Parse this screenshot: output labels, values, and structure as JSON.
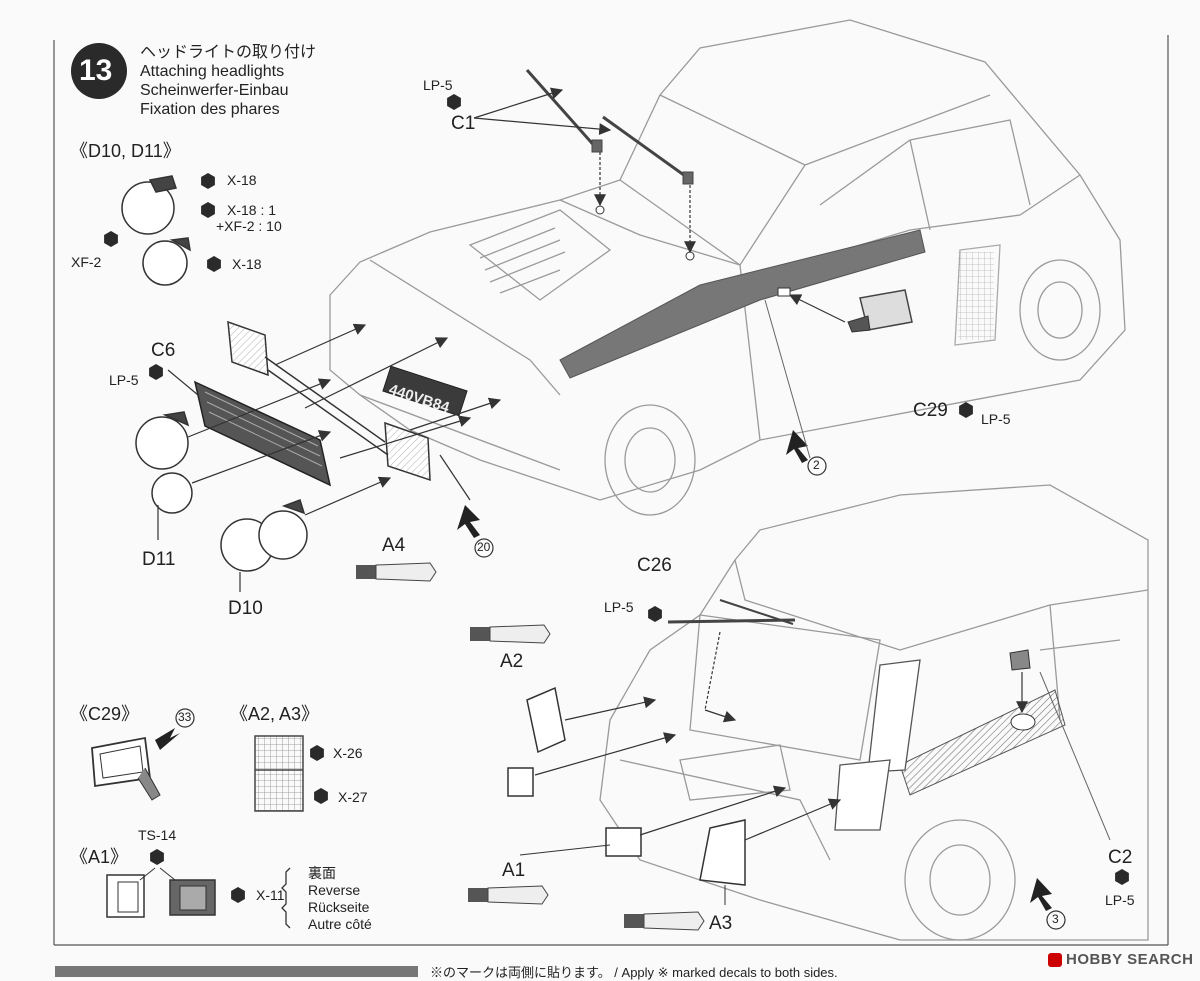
{
  "step": {
    "number": "13",
    "title_ja": "ヘッドライトの取り付け",
    "title_en": "Attaching headlights",
    "title_de": "Scheinwerfer-Einbau",
    "title_fr": "Fixation des phares"
  },
  "part_labels": {
    "c1": "C1",
    "c6": "C6",
    "c26": "C26",
    "c29": "C29",
    "c2": "C2",
    "a1": "A1",
    "a2": "A2",
    "a3": "A3",
    "a4": "A4",
    "d10": "D10",
    "d11": "D11"
  },
  "paint_codes": {
    "lp5_c1": "LP-5",
    "lp5_c6": "LP-5",
    "lp5_c26": "LP-5",
    "lp5_c29": "LP-5",
    "lp5_c2": "LP-5",
    "x18_a": "X-18",
    "x18_b": "X-18 : 1",
    "xf2_mix": "+XF-2 : 10",
    "xf2": "XF-2",
    "x18_c": "X-18",
    "x26": "X-26",
    "x27": "X-27",
    "ts14": "TS-14",
    "x11": "X-11"
  },
  "subassemblies": {
    "d10_d11": "《D10, D11》",
    "c29": "《C29》",
    "a2_a3": "《A2, A3》",
    "a1": "《A1》"
  },
  "step_refs": {
    "r2": "2",
    "r20": "20",
    "r33": "33",
    "r3": "3"
  },
  "plate_text": "440VB84",
  "reverse_block": {
    "ja": "裏面",
    "en": "Reverse",
    "de": "Rückseite",
    "fr": "Autre côté"
  },
  "footer": "※のマークは両側に貼ります。 / Apply ※ marked decals to both sides.",
  "watermark": "HOBBY SEARCH"
}
